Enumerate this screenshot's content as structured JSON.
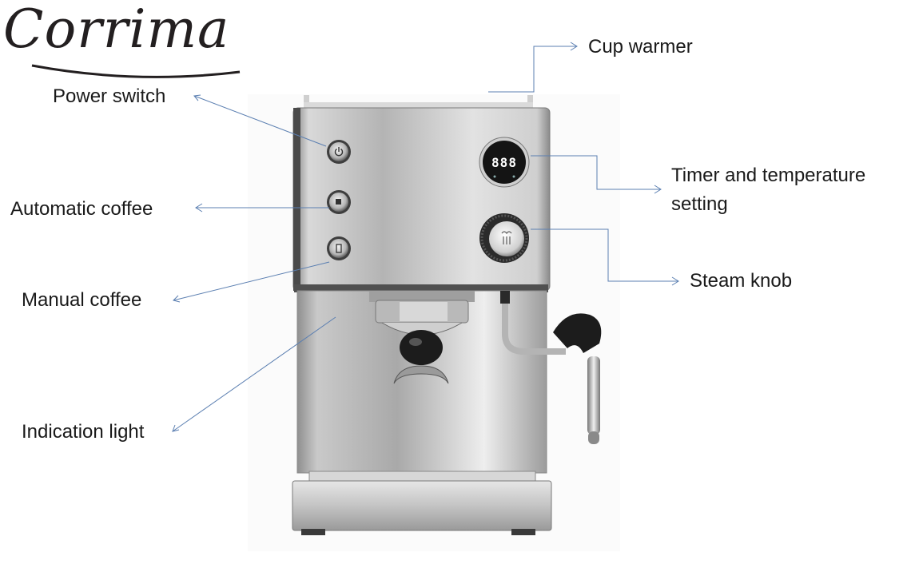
{
  "brand": {
    "name": "Corrima"
  },
  "display": {
    "readout": "888"
  },
  "labels": {
    "cup_warmer": "Cup warmer",
    "power_switch": "Power switch",
    "automatic_coffee": "Automatic coffee",
    "manual_coffee": "Manual coffee",
    "indication_light": "Indication light",
    "timer_line1": "Timer and temperature",
    "timer_line2": "setting",
    "steam_knob": "Steam knob"
  },
  "colors": {
    "callout_line": "#5b7fb1",
    "text": "#1a1a1a",
    "steel_light": "#eeeeee",
    "steel_dark": "#9a9a9a",
    "display_digits": "#ffffff"
  }
}
